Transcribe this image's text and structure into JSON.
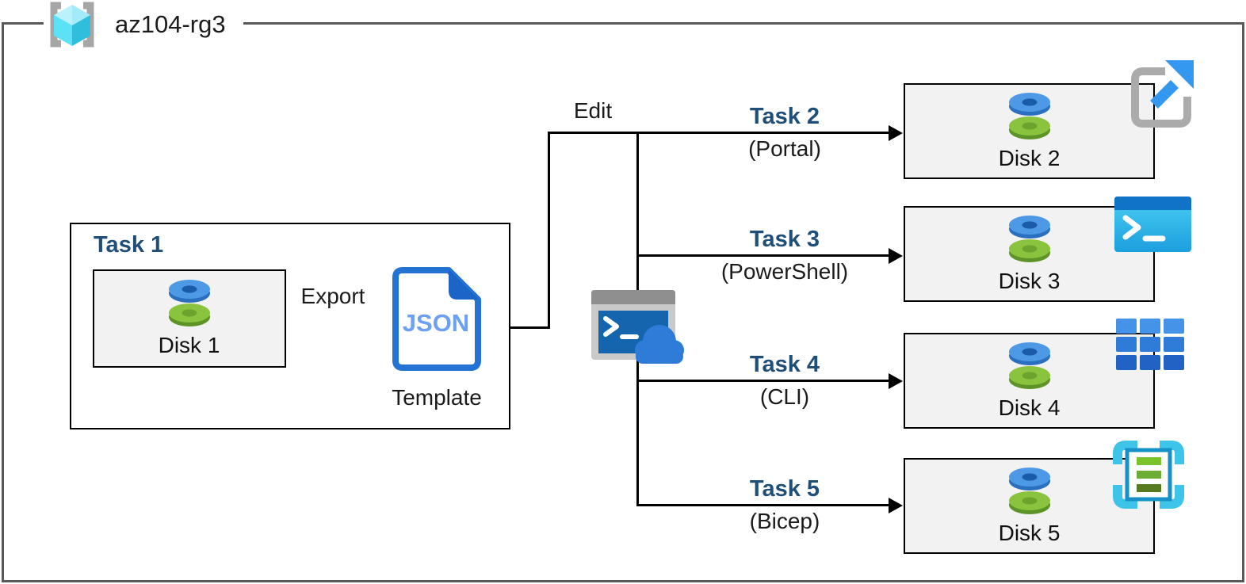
{
  "resource_group": {
    "name": "az104-rg3"
  },
  "task1": {
    "title": "Task 1",
    "disk_label": "Disk 1",
    "export_label": "Export",
    "json_badge": "JSON",
    "template_caption": "Template"
  },
  "edit_label": "Edit",
  "branches": [
    {
      "task": "Task 2",
      "method": "(Portal)",
      "disk_label": "Disk 2",
      "tool_icon": "portal-launch-icon"
    },
    {
      "task": "Task 3",
      "method": "(PowerShell)",
      "disk_label": "Disk 3",
      "tool_icon": "powershell-icon"
    },
    {
      "task": "Task 4",
      "method": "(CLI)",
      "disk_label": "Disk 4",
      "tool_icon": "cli-icon"
    },
    {
      "task": "Task 5",
      "method": "(Bicep)",
      "disk_label": "Disk 5",
      "tool_icon": "bicep-icon"
    }
  ],
  "colors": {
    "task_title_blue": "#1F4E79",
    "box_fill_gray": "#F2F2F2",
    "outer_border_gray": "#595959",
    "connector_black": "#000000",
    "disk_top_blue": "#4E99E6",
    "disk_bottom_green": "#8AC43F",
    "json_doc_blue": "#2273D3",
    "powershell_blue": "#1173C5",
    "bicep_cyan": "#3EC4E9",
    "portal_arrow_blue": "#3598F0"
  }
}
